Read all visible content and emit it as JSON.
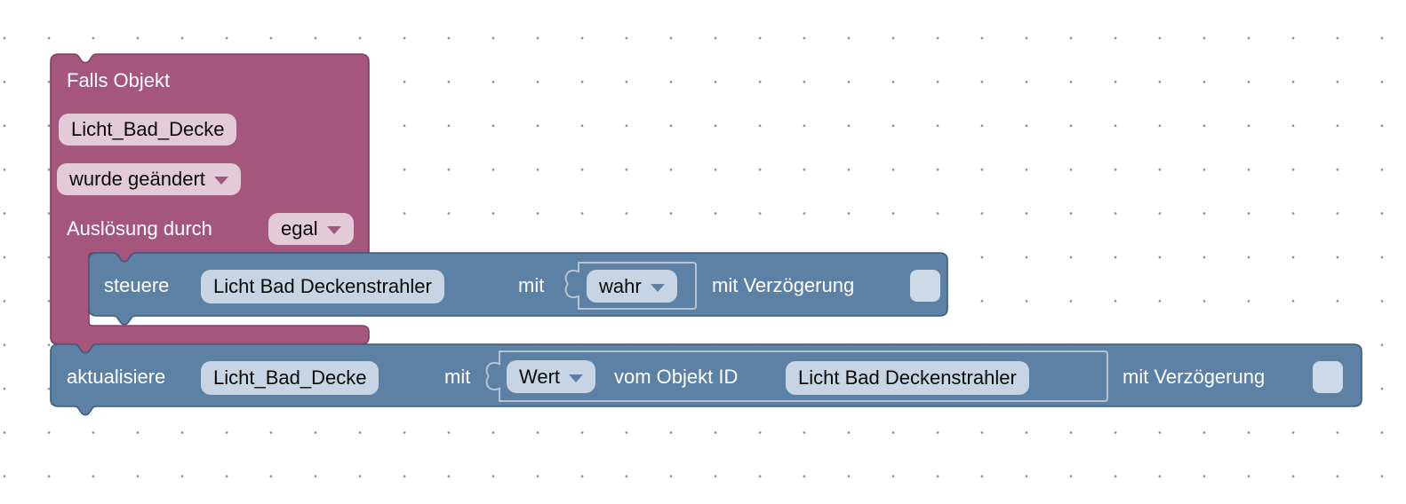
{
  "workspace": {
    "background_color": "#ffffff",
    "grid_dot_color": "#949494"
  },
  "colors": {
    "trigger_block_fill": "#a4567d",
    "trigger_block_border": "#7c4160",
    "trigger_field_bg": "#e3cad7",
    "action_block_fill": "#5d81a5",
    "action_block_border": "#3e5e7d",
    "action_field_bg": "#c6d4e3",
    "socket_outline": "#b5c4d3",
    "checkbox_bg": "#ccd9e6",
    "label_text": "#ffffff",
    "field_text": "#0a0a0a"
  },
  "trigger_block": {
    "title": "Falls Objekt",
    "object_id_field": "Licht_Bad_Decke",
    "change_type_dropdown": "wurde geändert",
    "trigger_by_label": "Auslösung durch",
    "trigger_by_dropdown": "egal"
  },
  "set_block": {
    "action_label": "steuere",
    "object_id_field": "Licht Bad Deckenstrahler",
    "with_label": "mit",
    "value_dropdown": "wahr",
    "delay_label": "mit Verzögerung",
    "delay_checkbox_checked": false
  },
  "update_block": {
    "action_label": "aktualisiere",
    "object_id_field": "Licht_Bad_Decke",
    "with_label": "mit",
    "value_dropdown": "Wert",
    "source_label": "vom Objekt ID",
    "source_object_id_field": "Licht Bad Deckenstrahler",
    "delay_label": "mit Verzögerung",
    "delay_checkbox_checked": false
  }
}
